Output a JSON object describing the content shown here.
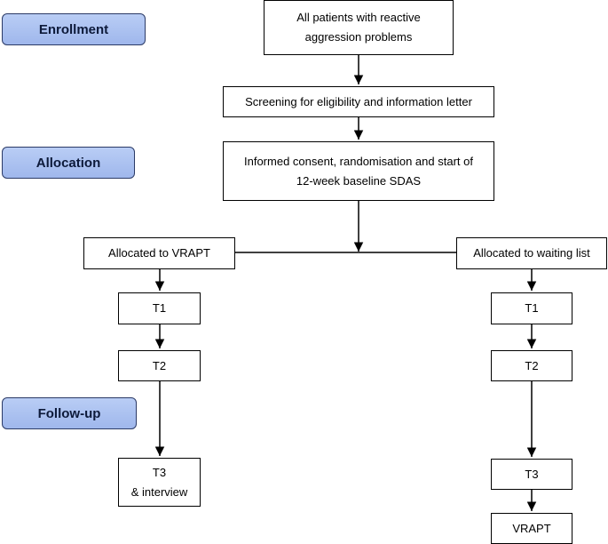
{
  "stages": {
    "enrollment": "Enrollment",
    "allocation": "Allocation",
    "followup": "Follow-up"
  },
  "boxes": {
    "all_patients": "All patients with reactive\naggression problems",
    "screening": "Screening for eligibility and information letter",
    "consent": "Informed consent, randomisation and start of\n12-week baseline SDAS",
    "alloc_vrapt": "Allocated to VRAPT",
    "alloc_waiting": "Allocated to waiting list",
    "left_t1": "T1",
    "left_t2": "T2",
    "left_t3": "T3\n& interview",
    "right_t1": "T1",
    "right_t2": "T2",
    "right_t3": "T3",
    "right_vrapt": "VRAPT"
  }
}
